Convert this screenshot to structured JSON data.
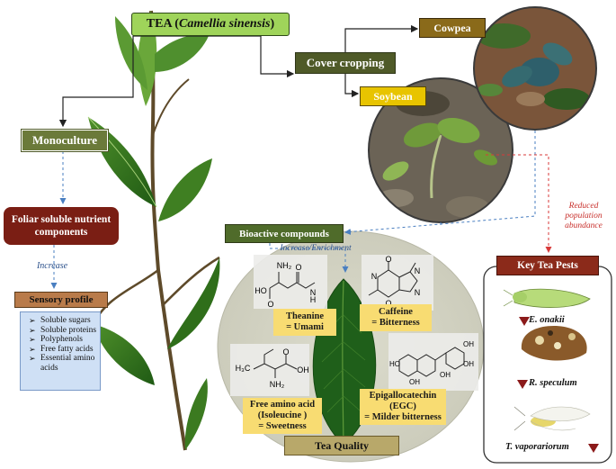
{
  "title": {
    "prefix": "TEA (",
    "species": "Camellia sinensis",
    "suffix": ")"
  },
  "cover_cropping": "Cover cropping",
  "cowpea": "Cowpea",
  "soybean": "Soybean",
  "monoculture": "Monoculture",
  "foliar": "Foliar soluble nutrient components",
  "increase": "Increase",
  "sensory": {
    "title": "Sensory profile",
    "items": [
      "Soluble sugars",
      "Soluble proteins",
      "Polyphenols",
      "Free fatty acids",
      "Essential amino acids"
    ]
  },
  "bioactive": "Bioactive compounds",
  "increase_enrichment": "Increase/Enrichment",
  "reduced": "Reduced population abundance",
  "pests": {
    "title": "Key Tea Pests",
    "items": [
      {
        "name": "E. onakii"
      },
      {
        "name": "R. speculum"
      },
      {
        "name": "T. vaporariorum"
      }
    ]
  },
  "compounds": {
    "theanine": {
      "name": "Theanine",
      "effect": "= Umami"
    },
    "caffeine": {
      "name": "Caffeine",
      "effect": "= Bitterness"
    },
    "amino": {
      "line1": "Free amino acid",
      "line2": "(Isoleucine )",
      "line3": "= Sweetness"
    },
    "egc": {
      "line1": "Epigallocatechin",
      "line2": "(EGC)",
      "line3": "= Milder bitterness"
    }
  },
  "chem": {
    "nh2": "NH₂",
    "ho": "HO",
    "o": "O",
    "h": "H",
    "n": "N",
    "oh": "OH",
    "h3c": "H₃C"
  },
  "tea_quality": "Tea Quality",
  "colors": {
    "title_green": "#9fd45a",
    "dark_olive": "#4f5a28",
    "olive": "#6b7a3a",
    "maroon": "#7a1e14",
    "sensory_brown": "#b97b4a",
    "blue_box": "#cfe0f5",
    "yellow": "#e8c400",
    "pest_arrow": "#8b1a1a"
  }
}
